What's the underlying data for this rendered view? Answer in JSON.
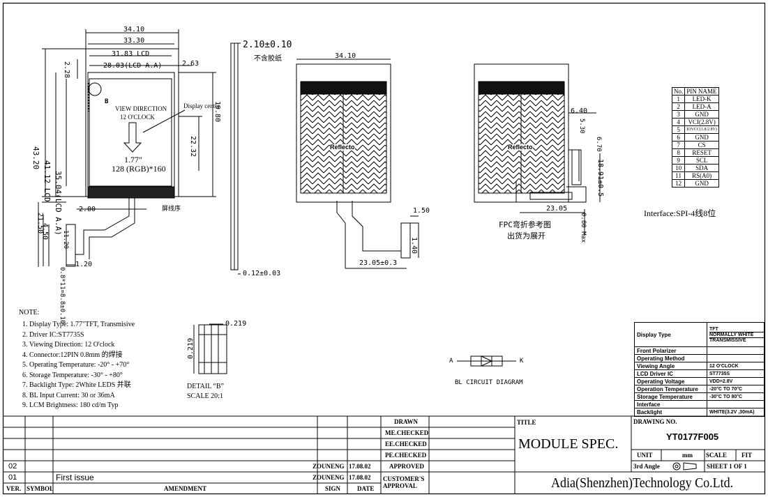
{
  "front_view": {
    "dims": {
      "outline_w": "34.10",
      "glass_w": "33.30",
      "lcd_w": "31.83 LCD",
      "lcd_aa_w": "28.03(LCD A.A)",
      "d263": "2.63",
      "d228": "2.28",
      "h4320": "43.20",
      "h4112": "41.12 LCD",
      "h3504": "35.04(LCD A.A)",
      "d1980": "19.80",
      "d2232": "22.32",
      "d200": "2.00",
      "d120": "1.20",
      "d2150": "21.50",
      "d450": "4.50",
      "d1120": "11.20",
      "pitch": "0.8*11=8.8±0.10"
    },
    "view_direction": "VIEW DIRECTION",
    "clock": "12 O'CLOCK",
    "display_center": "Display center",
    "size": "1.77\"",
    "resolution": "128 (RGB)*160",
    "detail_marker": "B",
    "small_label": "屏线序"
  },
  "side_view": {
    "thickness": "2.10±0.10",
    "note": "不含胶纸",
    "fpc_thk": "0.12±0.03"
  },
  "back_view": {
    "width": "34.10",
    "brand": "Reflecto",
    "d150": "1.50",
    "d140": "1.40",
    "d2305": "23.05±0.3"
  },
  "bent_view": {
    "brand": "Reflecto",
    "d640": "6.40",
    "d530": "5.30",
    "d670": "6.70",
    "d1891": "18.91±0.5",
    "d2305": "23.05",
    "d080": "0.80 Max",
    "caption1": "FPC弯折参考图",
    "caption2": "出货为展开"
  },
  "pin_table": {
    "headers": [
      "No.",
      "PIN NAME"
    ],
    "rows": [
      [
        "1",
        "LED-K"
      ],
      [
        "2",
        "LED-A"
      ],
      [
        "3",
        "GND"
      ],
      [
        "4",
        "VCI(2.8V)"
      ],
      [
        "5",
        "IOVCC(1.8/2.8V)"
      ],
      [
        "6",
        "GND"
      ],
      [
        "7",
        "CS"
      ],
      [
        "8",
        "RESET"
      ],
      [
        "9",
        "SCL"
      ],
      [
        "10",
        "SDA"
      ],
      [
        "11",
        "RS(A0)"
      ],
      [
        "12",
        "GND"
      ]
    ]
  },
  "interface": "Interface:SPI-4线8位",
  "notes": {
    "title": "NOTE:",
    "items": [
      "1. Display Type: 1.77\"TFT, Transmisive",
      "2. Driver IC:ST7735S",
      "3. Viewing Direction: 12 O'clock",
      "4. Connector:12PIN 0.8mm 的焊接",
      "5. Operating Temperature: -20° - +70°",
      "6. Storage Temperature: -30° - +80°",
      "7. Backlight Type: 2White LEDS 并联",
      "8. BL Input Current: 30 or 36mA",
      "9. LCM Brightness: 180 cd/m  Typ"
    ]
  },
  "detail": {
    "dim_w": "0.219",
    "dim_h": "0.219",
    "title": "DETAIL “B”",
    "scale": "SCALE 20:1"
  },
  "bl_diagram": {
    "a": "A",
    "k": "K",
    "caption": "BL CIRCUIT DIAGRAM"
  },
  "spec_table": [
    [
      "Display Type",
      "TFT / NORMALLY WHITE / TRANSMISSIVE"
    ],
    [
      "Front Polarizer",
      ""
    ],
    [
      "Operating Method",
      ""
    ],
    [
      "Viewing Angle",
      "12 O'CLOCK"
    ],
    [
      "LCD Driver IC",
      "ST7735S"
    ],
    [
      "Operating Voltage",
      "VDD=2.8V"
    ],
    [
      "Operation Temperature",
      "-20°C TO 70°C"
    ],
    [
      "Storage Temperature",
      "-30°C TO 80°C"
    ],
    [
      "Interface",
      ""
    ],
    [
      "Backlight",
      "WHITE(3.2V ,30mA)"
    ]
  ],
  "spec_display_lines": [
    "TFT",
    "NORMALLY WHITE",
    "TRANSMISSIVE"
  ],
  "title_block": {
    "revisions": [
      {
        "ver": "02",
        "symbol": "",
        "amendment": "",
        "sign": "ZOUNENG",
        "date": "17.08.02"
      },
      {
        "ver": "01",
        "symbol": "",
        "amendment": "First issue",
        "sign": "ZOUNENG",
        "date": "17.08.02"
      }
    ],
    "col_ver": "VER.",
    "col_symbol": "SYMBOL",
    "col_amendment": "AMENDMENT",
    "col_sign": "SIGN",
    "col_date": "DATE",
    "drawn": "DRAWN",
    "me": "ME.CHECKED",
    "ee": "EE.CHECKED",
    "pe": "PE.CHECKED",
    "approved": "APPROVED",
    "customer": "CUSTOMER'S APPROVAL",
    "title_label": "TITLE",
    "title": "MODULE SPEC.",
    "drawing_no_label": "DRAWING NO.",
    "drawing_no": "YT0177F005",
    "unit_label": "UNIT",
    "unit": "mm",
    "scale_label": "SCALE",
    "scale": "FIT",
    "angle": "3rd Angle",
    "sheet": "SHEET 1 OF 1",
    "company": "Adia(Shenzhen)Technology Co.Ltd."
  }
}
